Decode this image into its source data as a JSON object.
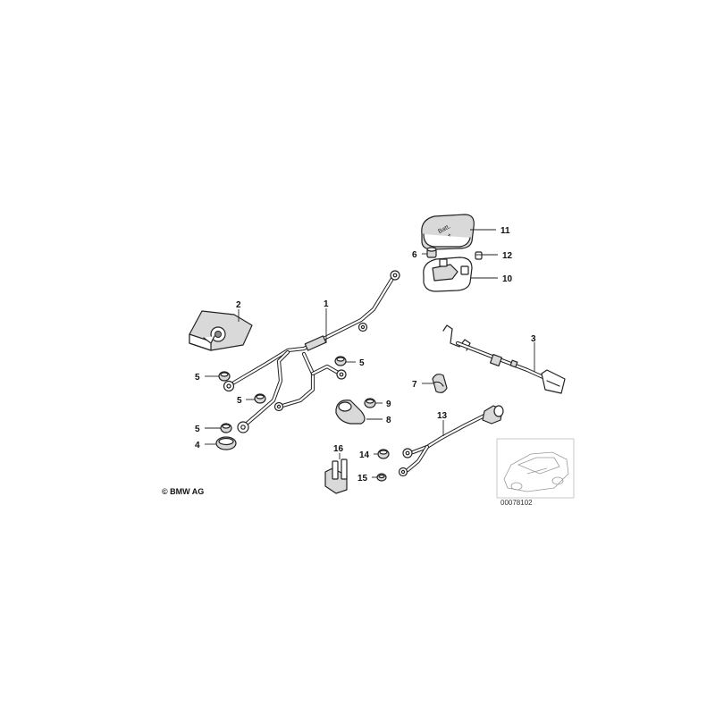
{
  "callouts": {
    "c1": "1",
    "c2": "2",
    "c3": "3",
    "c4": "4",
    "c5a": "5",
    "c5b": "5",
    "c5c": "5",
    "c5d": "5",
    "c6": "6",
    "c7": "7",
    "c8": "8",
    "c9": "9",
    "c10": "10",
    "c11": "11",
    "c12": "12",
    "c13": "13",
    "c14": "14",
    "c15": "15",
    "c16": "16"
  },
  "cover_label": {
    "line1": "Batt.",
    "line2": "+"
  },
  "footer": {
    "copyright": "© BMW AG",
    "diagram_number": "00078102"
  },
  "colors": {
    "ink": "#222222",
    "thumbnail_frame": "#bdbdbd"
  }
}
